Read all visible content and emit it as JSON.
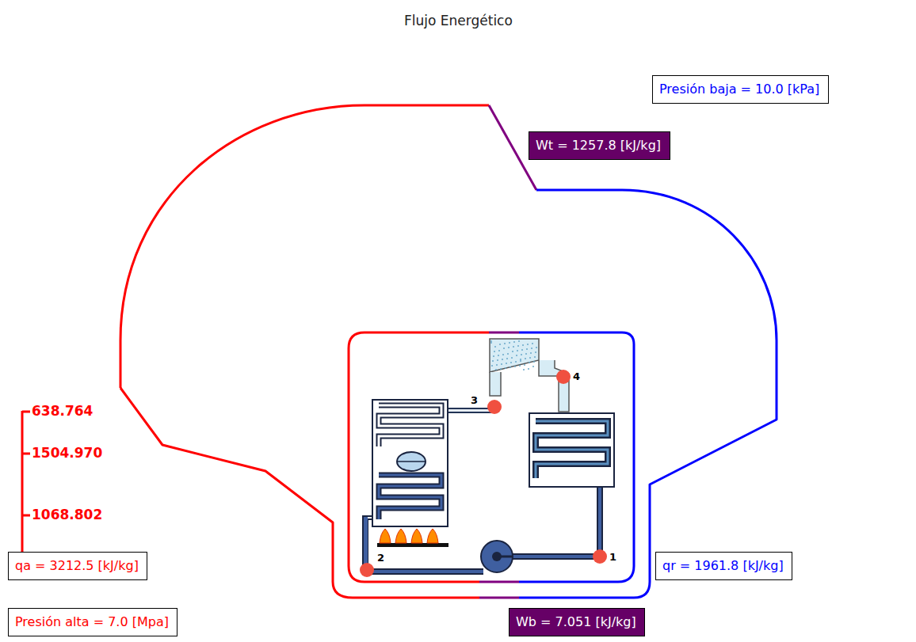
{
  "diagram": {
    "title": "Flujo Energético",
    "nodes": [
      {
        "text": [
          "Presión baja = 10.0 [kPa]"
        ]
      },
      {
        "text": [
          "Wt = 1257.8 [kJ/kg]"
        ]
      },
      {
        "text": [
          "qa = 3212.5 [kJ/kg]"
        ]
      },
      {
        "text": [
          "qr = 1961.8 [kJ/kg]"
        ]
      },
      {
        "text": [
          "Presión alta = 7.0 [Mpa]"
        ]
      },
      {
        "text": [
          "Wb = 7.051 [kJ/kg]"
        ]
      }
    ],
    "labels": [
      "638.764",
      "1504.970",
      "1068.802",
      "3",
      "4",
      "2",
      "1"
    ]
  }
}
